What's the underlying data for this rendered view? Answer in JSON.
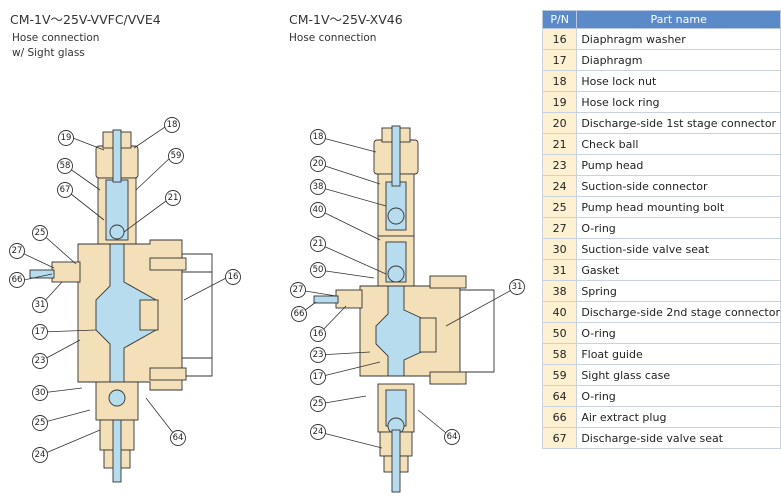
{
  "left_figure": {
    "title": "CM-1V～25V-VVFC/VVE4",
    "subtitle_line1": "Hose connection",
    "subtitle_line2": "w/ Sight glass",
    "callouts": [
      "19",
      "18",
      "58",
      "59",
      "67",
      "21",
      "25",
      "27",
      "66",
      "31",
      "16",
      "17",
      "23",
      "30",
      "25",
      "24",
      "64"
    ]
  },
  "right_figure": {
    "title": "CM-1V～25V-XV46",
    "subtitle": "Hose connection",
    "callouts": [
      "18",
      "20",
      "38",
      "40",
      "21",
      "50",
      "27",
      "66",
      "31",
      "16",
      "23",
      "17",
      "25",
      "24",
      "64"
    ]
  },
  "parts_table": {
    "header_pn": "P/N",
    "header_name": "Part name",
    "rows": [
      {
        "pn": "16",
        "name": "Diaphragm washer"
      },
      {
        "pn": "17",
        "name": "Diaphragm"
      },
      {
        "pn": "18",
        "name": "Hose lock nut"
      },
      {
        "pn": "19",
        "name": "Hose lock ring"
      },
      {
        "pn": "20",
        "name": "Discharge-side 1st stage connector"
      },
      {
        "pn": "21",
        "name": "Check ball"
      },
      {
        "pn": "23",
        "name": "Pump head"
      },
      {
        "pn": "24",
        "name": "Suction-side connector"
      },
      {
        "pn": "25",
        "name": "Pump head mounting bolt"
      },
      {
        "pn": "27",
        "name": "O-ring"
      },
      {
        "pn": "30",
        "name": "Suction-side valve seat"
      },
      {
        "pn": "31",
        "name": "Gasket"
      },
      {
        "pn": "38",
        "name": "Spring"
      },
      {
        "pn": "40",
        "name": "Discharge-side 2nd stage connector"
      },
      {
        "pn": "50",
        "name": "O-ring"
      },
      {
        "pn": "58",
        "name": "Float guide"
      },
      {
        "pn": "59",
        "name": "Sight glass case"
      },
      {
        "pn": "64",
        "name": "O-ring"
      },
      {
        "pn": "66",
        "name": "Air extract plug"
      },
      {
        "pn": "67",
        "name": "Discharge-side valve seat"
      }
    ]
  },
  "colors": {
    "body_fill": "#f3dfb8",
    "fluid_fill": "#b7dcee",
    "outline": "#333333",
    "header_bg": "#5b8ac8",
    "pn_cell_bg": "#fdf1d2"
  }
}
